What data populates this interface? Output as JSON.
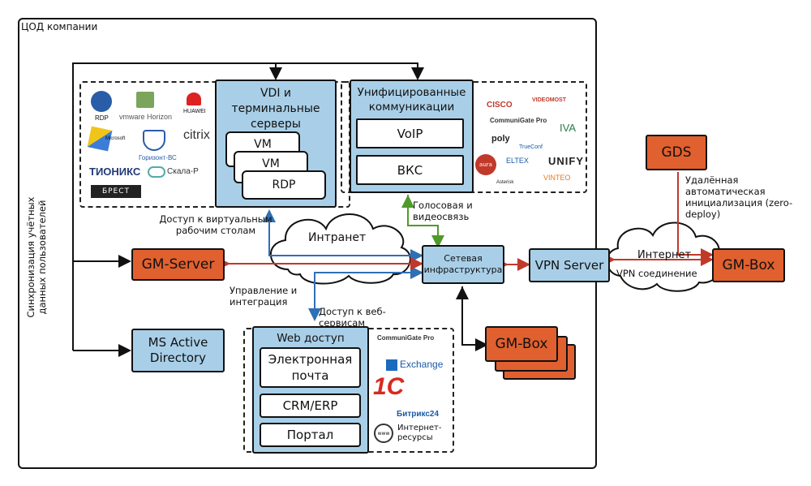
{
  "datacenter": {
    "title": "ЦОД компании"
  },
  "sync_label": "Синхронизация учётных данных пользователей",
  "vdi": {
    "title": "VDI и терминальные серверы",
    "vm1": "VM",
    "vm2": "VM",
    "rdp": "RDP"
  },
  "uc": {
    "title": "Унифицированные коммуникации",
    "voip": "VoIP",
    "vks": "ВКС"
  },
  "vdi_logos": {
    "rdp": "RDP",
    "vmware": "vmware Horizon",
    "huawei": "HUAWEI",
    "microsoft": "Microsoft",
    "citrix": "citrix",
    "gorizont": "Горизонт-ВС",
    "tionix": "ТИОНИКС",
    "skala": "Скала-Р",
    "brest": "БРЕСТ"
  },
  "uc_logos": {
    "cisco": "CISCO",
    "videomost": "VIDEOMOST",
    "communigate": "CommuniGate Pro",
    "iva": "IVA",
    "poly": "poly",
    "aura": "aura",
    "trueconf": "TrueConf",
    "eltex": "ELTEX",
    "unify": "UNIFY",
    "asterisk": "Asterisk",
    "vinteo": "VINTEO"
  },
  "labels": {
    "vdi_access": "Доступ к виртуальным рабочим столам",
    "voice_video": "Голосовая и видеосвязь",
    "management": "Управление и интеграция",
    "web_access": "Доступ к веб-сервисам",
    "intranet": "Интранет",
    "internet": "Интернет",
    "vpn_conn": "VPN соединение",
    "zero_deploy": "Удалённая автоматическая инициализация (zero-deploy)"
  },
  "network": "Сетевая инфраструктура",
  "vpn_server": "VPN Server",
  "gm_server": "GM-Server",
  "ms_ad": "MS Active Directory",
  "gds": "GDS",
  "gm_box_remote": "GM-Box",
  "gm_box_local": "GM-Box",
  "web": {
    "title": "Web доступ",
    "email": "Электронная почта",
    "crm": "CRM/ERP",
    "portal": "Портал"
  },
  "web_logos": {
    "communigate": "CommuniGate Pro",
    "exchange": "Exchange",
    "onec": "1С",
    "bitrix": "Битрикс24",
    "internet_res": "Интернет-ресурсы"
  },
  "colors": {
    "blue_box": "#a9cfe8",
    "orange_box": "#e0602f",
    "blue_arrow": "#2f6fb5",
    "green_arrow": "#4f9a2a",
    "red_arrow": "#c0392b",
    "black_arrow": "#111111"
  }
}
